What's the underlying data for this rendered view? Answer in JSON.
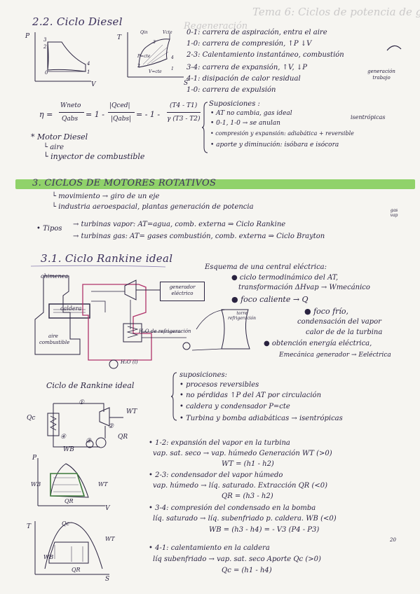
{
  "ghost_header": "Tema 6: Ciclos de potencia de gas",
  "ghost_header2": "Regeneración",
  "s22": {
    "title": "2.2. Ciclo Diesel",
    "diag1": {
      "axis_y": "P",
      "axis_x": "V",
      "labels": [
        "3",
        "2",
        "4",
        "1",
        "0"
      ]
    },
    "diag2": {
      "axis_y": "T",
      "axis_x": "S",
      "labels": [
        "Qin",
        "Vcte",
        "P=cte",
        "3",
        "2",
        "4",
        "1",
        "V=cte"
      ]
    },
    "steps": [
      "0-1: carrera de aspiración, entra el aire",
      "1-0: carrera de compresión, ↑P ↓V",
      "2-3: Calentamiento instantáneo, combustión",
      "3-4: carrera de expansión, ↑V, ↓P",
      "4-1: disipación de calor residual",
      "1-0: carrera de expulsión"
    ],
    "regen_note": "generación trabajo",
    "eff_lhs": "η =",
    "eff_num1": "Wneto",
    "eff_den1": "Qabs",
    "eff_mid": "= 1 -",
    "eff_num2": "|Qced|",
    "eff_den2": "|Qabs|",
    "eff_mid2": "= - 1 -",
    "eff_num3": "(T4 - T1)",
    "eff_den3": "γ (T3 - T2)",
    "sup_title": "Suposiciones :",
    "sup": [
      "• AT no cambia, gas ideal",
      "• 0-1, 1-0 → se anulan",
      "• compresión y expansión: adiabática + reversible",
      "• aporte y diminución: isóbara e isócora"
    ],
    "isentropic": "isentrópicas",
    "motor": "* Motor Diesel",
    "motor_items": [
      "└ aire",
      "└ inyector de combustible"
    ]
  },
  "s3": {
    "title": "3. CICLOS DE MOTORES ROTATIVOS",
    "items": [
      "└ movimiento → giro de un eje",
      "└ industria aeroespacial, plantas generación de potencia"
    ],
    "tipos": "• Tipos",
    "tipo_items": [
      "→ turbinas vapor: AT=agua, comb. externa ⇒ Ciclo Rankine",
      "→ turbinas gas: AT= gases combustión, comb. externa ⇒ Ciclo Brayton"
    ],
    "margin_note": "gas vap"
  },
  "s31": {
    "title": "3.1. Ciclo Rankine ideal",
    "plant": {
      "chimenea": "chimenea",
      "caldera": "caldera",
      "aire": "aire combustible",
      "generador": "generador eléctrico",
      "torre": "torre refrigeración",
      "h2o": "H₂O de refrigeración",
      "h2o_l": "H₂O (l)"
    },
    "esquema_title": "Esquema de una central eléctrica:",
    "esquema": [
      "● ciclo termodinámico del AT,",
      "transformación ΔHvap → Wmecánico",
      "● foco caliente → Q",
      "● foco frío,",
      "condensación del vapor",
      "calor de de la turbina",
      "● obtención energía eléctrica,",
      "Emecánica generador → Eeléctrica"
    ],
    "rankine_label": "Ciclo de Rankine ideal",
    "sup_title": "suposiciones:",
    "sup": [
      "• procesos reversibles",
      "• no pérdidas ↑P del AT por circulación",
      "• caldera y condensador P=cte",
      "• Turbina y bomba adiabáticas → isentrópicas"
    ],
    "cycle_labels": {
      "qc": "Qc",
      "wt": "WT",
      "qr": "QR",
      "wb": "WB",
      "n1": "①",
      "n2": "②",
      "n3": "③",
      "n4": "④"
    },
    "pv": {
      "axis_y": "P",
      "axis_x": "V",
      "wb": "WB",
      "wt": "WT",
      "qr": "QR"
    },
    "ts": {
      "axis_y": "T",
      "axis_x": "S",
      "qc": "Qc",
      "wb": "WB",
      "wt": "WT",
      "qr": "QR"
    },
    "processes": [
      {
        "head": "• 1-2: expansión del vapor en la turbina",
        "line": "vap. sat. seco → vap. húmedo Generación WT (>0)",
        "eq": "WT = (h1 - h2)"
      },
      {
        "head": "• 2-3: condensador del vapor húmedo",
        "line": "vap. húmedo → líq. saturado. Extracción QR (<0)",
        "eq": "QR = (h3 - h2)"
      },
      {
        "head": "• 3-4: compresión del condensado en la bomba",
        "line": "líq. saturado → líq. subenfriado p. caldera. WB (<0)",
        "eq": "WB = (h3 - h4) = - V3 (P4 - P3)"
      },
      {
        "head": "• 4-1: calentamiento en la caldera",
        "line": "líq subenfriado → vap. sat. seco Aporte Qc (>0)",
        "eq": "Qc = (h1 - h4)"
      }
    ],
    "page_mark": "20"
  }
}
